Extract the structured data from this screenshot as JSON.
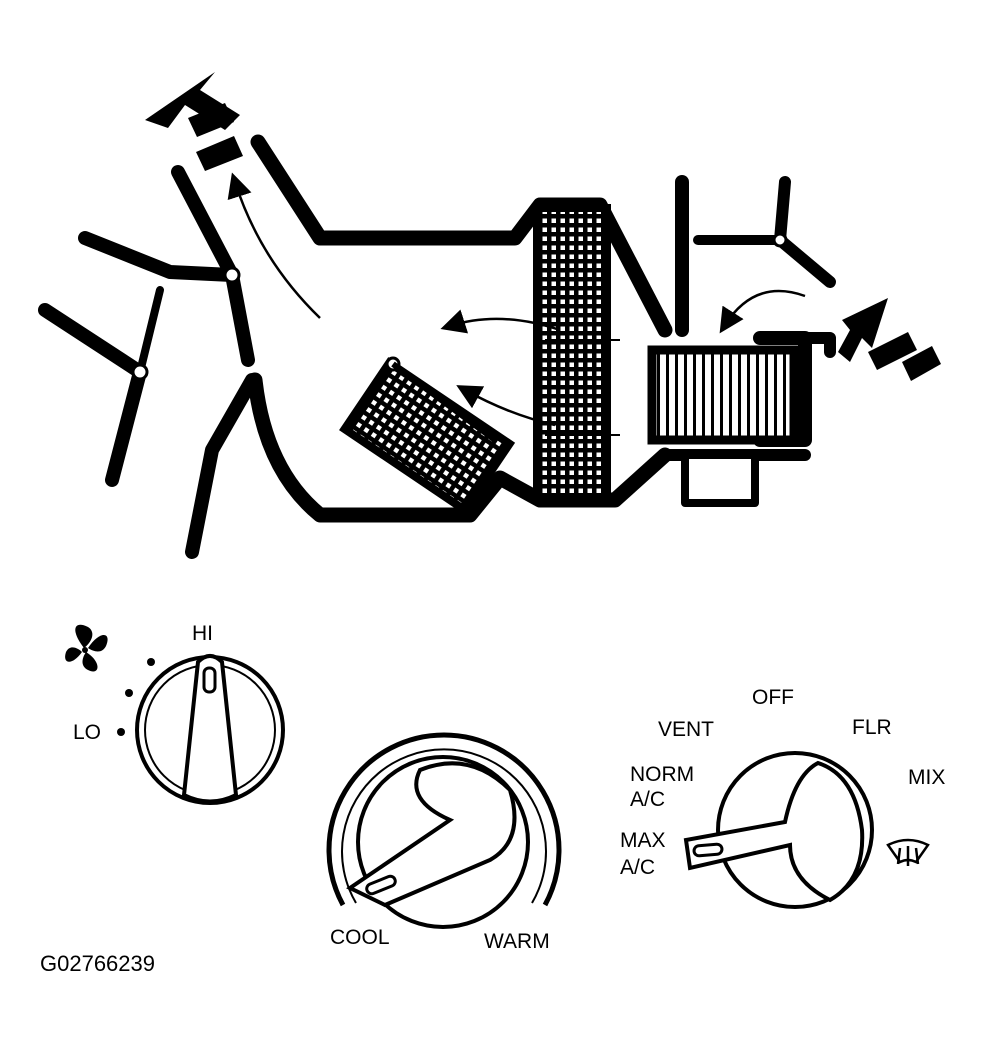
{
  "fan_control": {
    "label_hi": "HI",
    "label_lo": "LO"
  },
  "temp_control": {
    "label_cool": "COOL",
    "label_warm": "WARM"
  },
  "mode_control": {
    "label_off": "OFF",
    "label_vent": "VENT",
    "label_flr": "FLR",
    "label_mix": "MIX",
    "label_norm_line1": "NORM",
    "label_norm_line2": "A/C",
    "label_max_line1": "MAX",
    "label_max_line2": "A/C"
  },
  "figure_code": "G02766239",
  "icons": {
    "fan": "fan-icon",
    "defrost": "defrost-icon"
  }
}
